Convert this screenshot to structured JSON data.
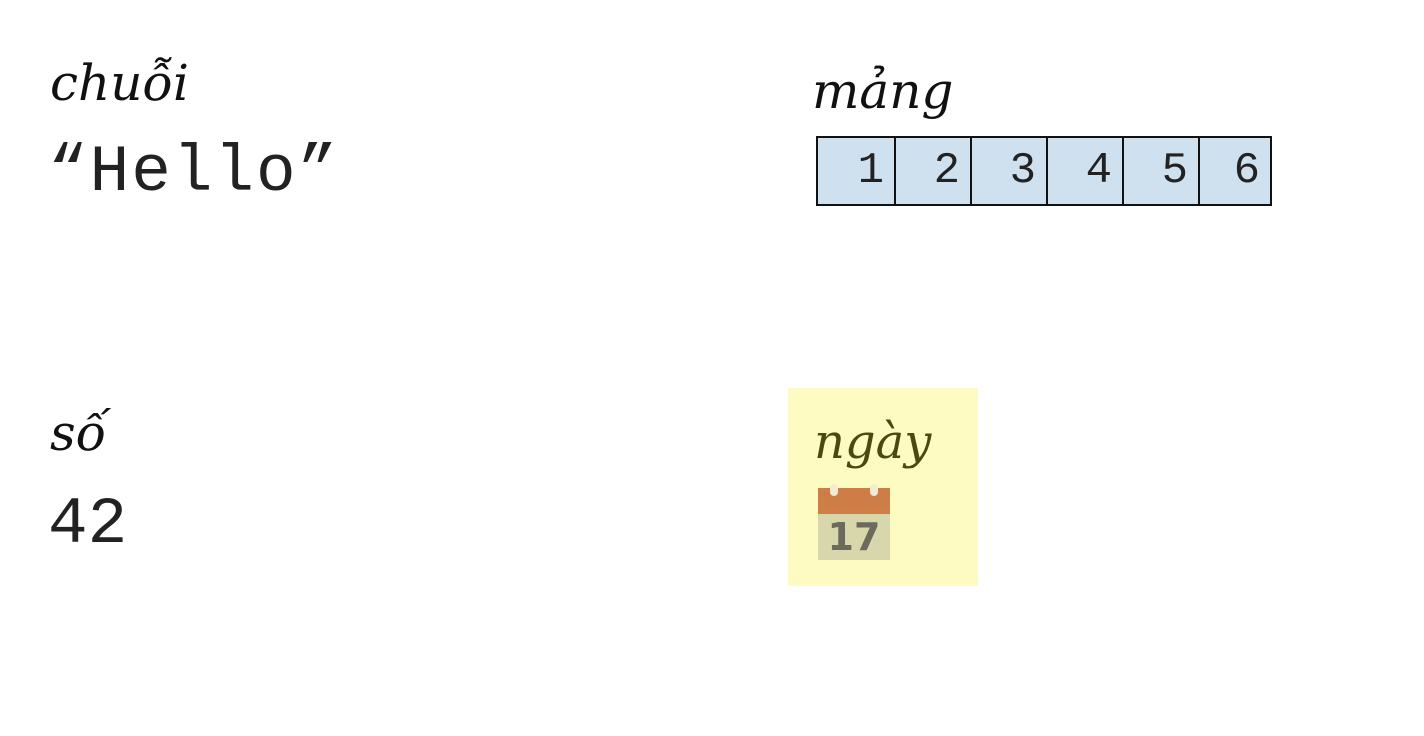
{
  "string": {
    "label": "chuỗi",
    "value": "“Hello”"
  },
  "array": {
    "label": "mảng",
    "values": [
      "1",
      "2",
      "3",
      "4",
      "5",
      "6"
    ]
  },
  "number": {
    "label": "số",
    "value": "42"
  },
  "date": {
    "label": "ngày",
    "calendar_day": "17",
    "icon": "calendar-icon"
  },
  "colors": {
    "array_fill": "#cfe0ef",
    "note_fill": "#fdfbc2",
    "calendar_header": "#c9703a"
  }
}
